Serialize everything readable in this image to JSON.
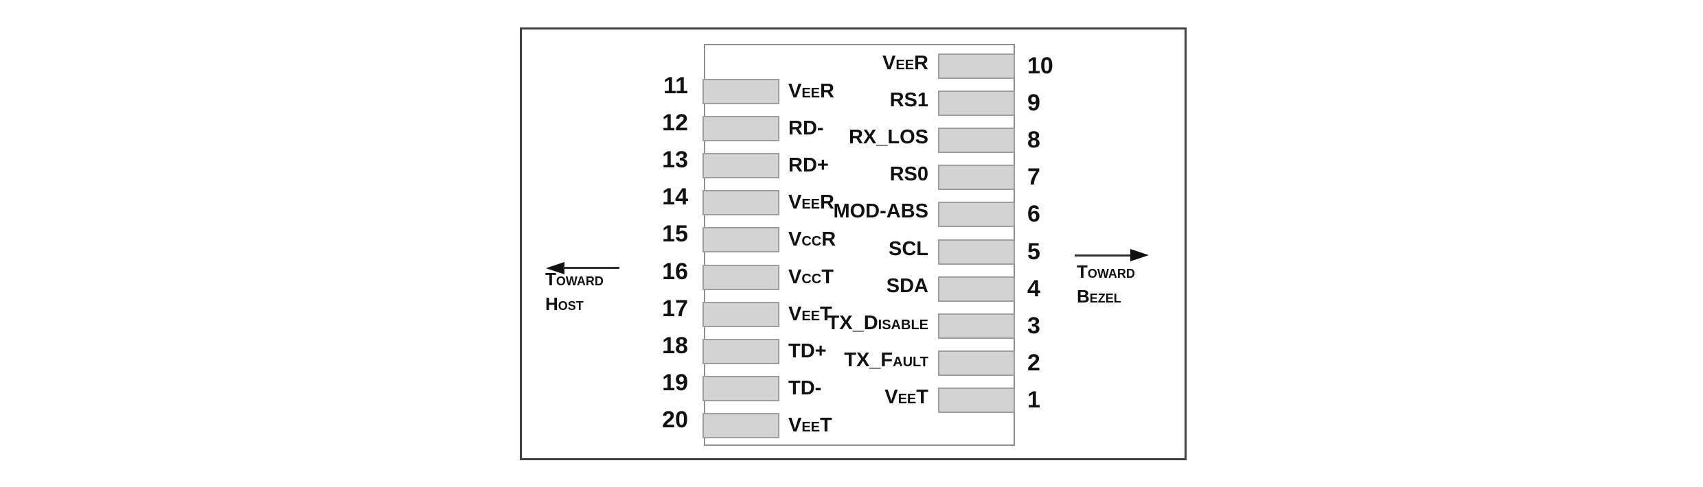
{
  "pins": {
    "left": [
      {
        "number": "11",
        "label": "VeeR"
      },
      {
        "number": "12",
        "label": "RD-"
      },
      {
        "number": "13",
        "label": "RD+"
      },
      {
        "number": "14",
        "label": "VeeR"
      },
      {
        "number": "15",
        "label": "VccR"
      },
      {
        "number": "16",
        "label": "VccT"
      },
      {
        "number": "17",
        "label": "VeeT"
      },
      {
        "number": "18",
        "label": "TD+"
      },
      {
        "number": "19",
        "label": "TD-"
      },
      {
        "number": "20",
        "label": "VeeT"
      }
    ],
    "right": [
      {
        "number": "10",
        "label": "VeeR"
      },
      {
        "number": "9",
        "label": "RS1"
      },
      {
        "number": "8",
        "label": "RX_LOS"
      },
      {
        "number": "7",
        "label": "RS0"
      },
      {
        "number": "6",
        "label": "MOD-ABS"
      },
      {
        "number": "5",
        "label": "SCL"
      },
      {
        "number": "4",
        "label": "SDA"
      },
      {
        "number": "3",
        "label": "TX_Disable"
      },
      {
        "number": "2",
        "label": "TX_Fault"
      },
      {
        "number": "1",
        "label": "VeeT"
      }
    ]
  },
  "annotations": {
    "toward_host": {
      "line1": "Toward",
      "line2": "Host"
    },
    "toward_bezel": {
      "line1": "Toward",
      "line2": "Bezel"
    }
  },
  "colors": {
    "background": "#ffffff",
    "text": "#111111",
    "outer_border": "#3f3f3f",
    "inner_border": "#8e8e8e",
    "pad_fill": "#d3d3d3",
    "pad_border": "#9d9d9d"
  }
}
